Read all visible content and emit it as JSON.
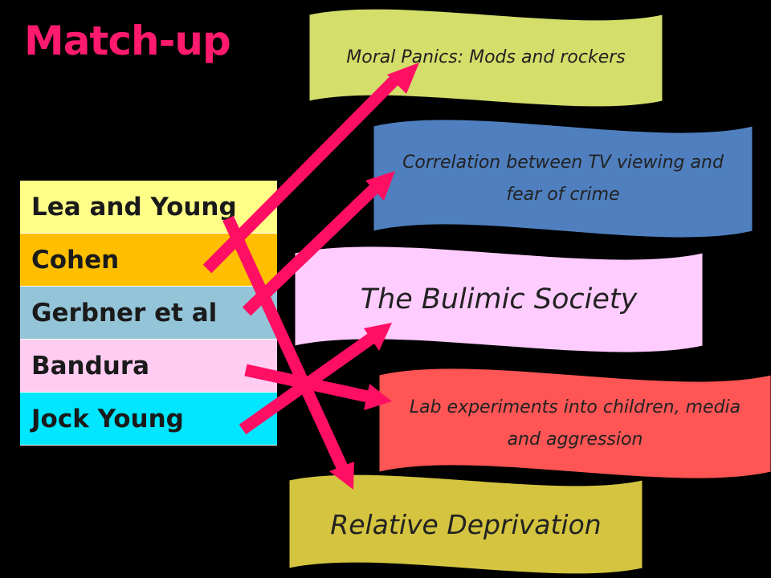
{
  "slide": {
    "title": "Match-up",
    "names": [
      {
        "label": "Lea and Young",
        "color": "#ffff88"
      },
      {
        "label": "Cohen",
        "color": "#ffbf00"
      },
      {
        "label": "Gerbner et al",
        "color": "#94c4d8"
      },
      {
        "label": "Bandura",
        "color": "#ffccf2"
      },
      {
        "label": "Jock Young",
        "color": "#00e6ff"
      }
    ],
    "banners": [
      {
        "text": "Moral Panics:  Mods and rockers",
        "color": "#d4de6a"
      },
      {
        "text": "Correlation between TV viewing and fear of crime",
        "color": "#4f7fbf"
      },
      {
        "text": "The Bulimic Society",
        "color": "#ffccff"
      },
      {
        "text": "Lab experiments into children, media and aggression",
        "color": "#ff5555"
      },
      {
        "text": "Relative Deprivation",
        "color": "#d4c43f"
      }
    ],
    "arrow_color": "#ff0f64"
  }
}
